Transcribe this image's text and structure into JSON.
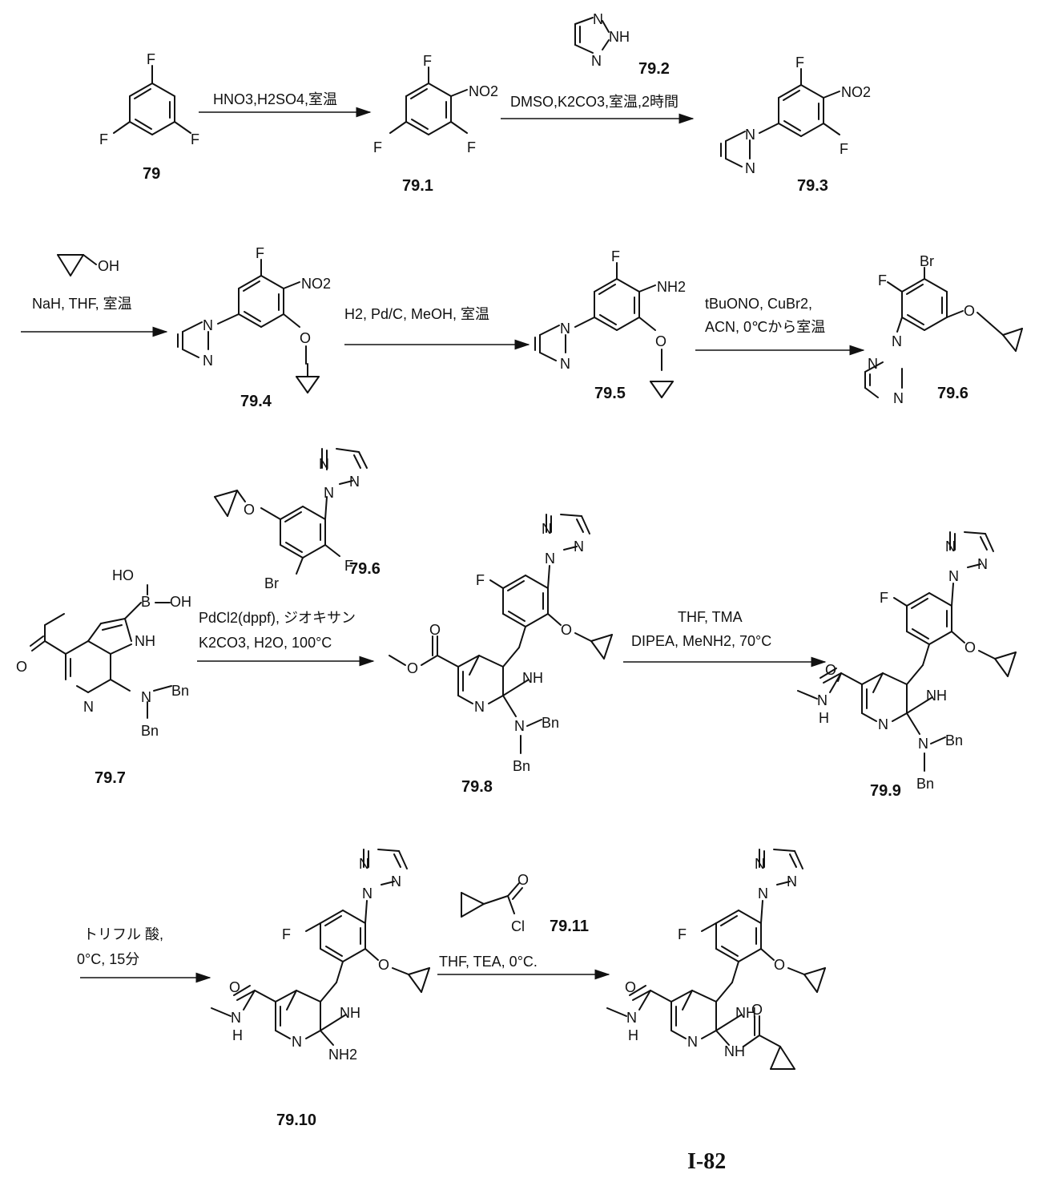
{
  "compounds": {
    "c79": "79",
    "c79_1": "79.1",
    "c79_2": "79.2",
    "c79_3": "79.3",
    "c79_4": "79.4",
    "c79_5": "79.5",
    "c79_6": "79.6",
    "c79_6_reagent": "79.6",
    "c79_7": "79.7",
    "c79_8": "79.8",
    "c79_9": "79.9",
    "c79_10": "79.10",
    "c79_11": "79.11",
    "final": "I-82"
  },
  "conditions": {
    "step1": "HNO3,H2SO4,室温",
    "step2": "DMSO,K2CO3,室温,2時間",
    "step3": "NaH, THF, 室温",
    "step4": "H2, Pd/C, MeOH, 室温",
    "step5_line1": "tBuONO, CuBr2,",
    "step5_line2": "ACN, 0℃から室温",
    "step6_line1": "PdCl2(dppf), ジオキサン",
    "step6_line2": "K2CO3, H2O, 100°C",
    "step7_line1": "THF, TMA",
    "step7_line2": "DIPEA, MeNH2, 70°C",
    "step8_line1": "トリフル 酸,",
    "step8_line2": "0°C, 15分",
    "step9": "THF, TEA, 0°C."
  },
  "atoms": {
    "F": "F",
    "Br": "Br",
    "Cl": "Cl",
    "O": "O",
    "N": "N",
    "H": "H",
    "B": "B",
    "NH": "NH",
    "OH": "OH",
    "HO": "HO",
    "NO2": "NO2",
    "NH2": "NH2",
    "Bn": "Bn"
  },
  "colors": {
    "ink": "#111111",
    "background": "#ffffff"
  }
}
